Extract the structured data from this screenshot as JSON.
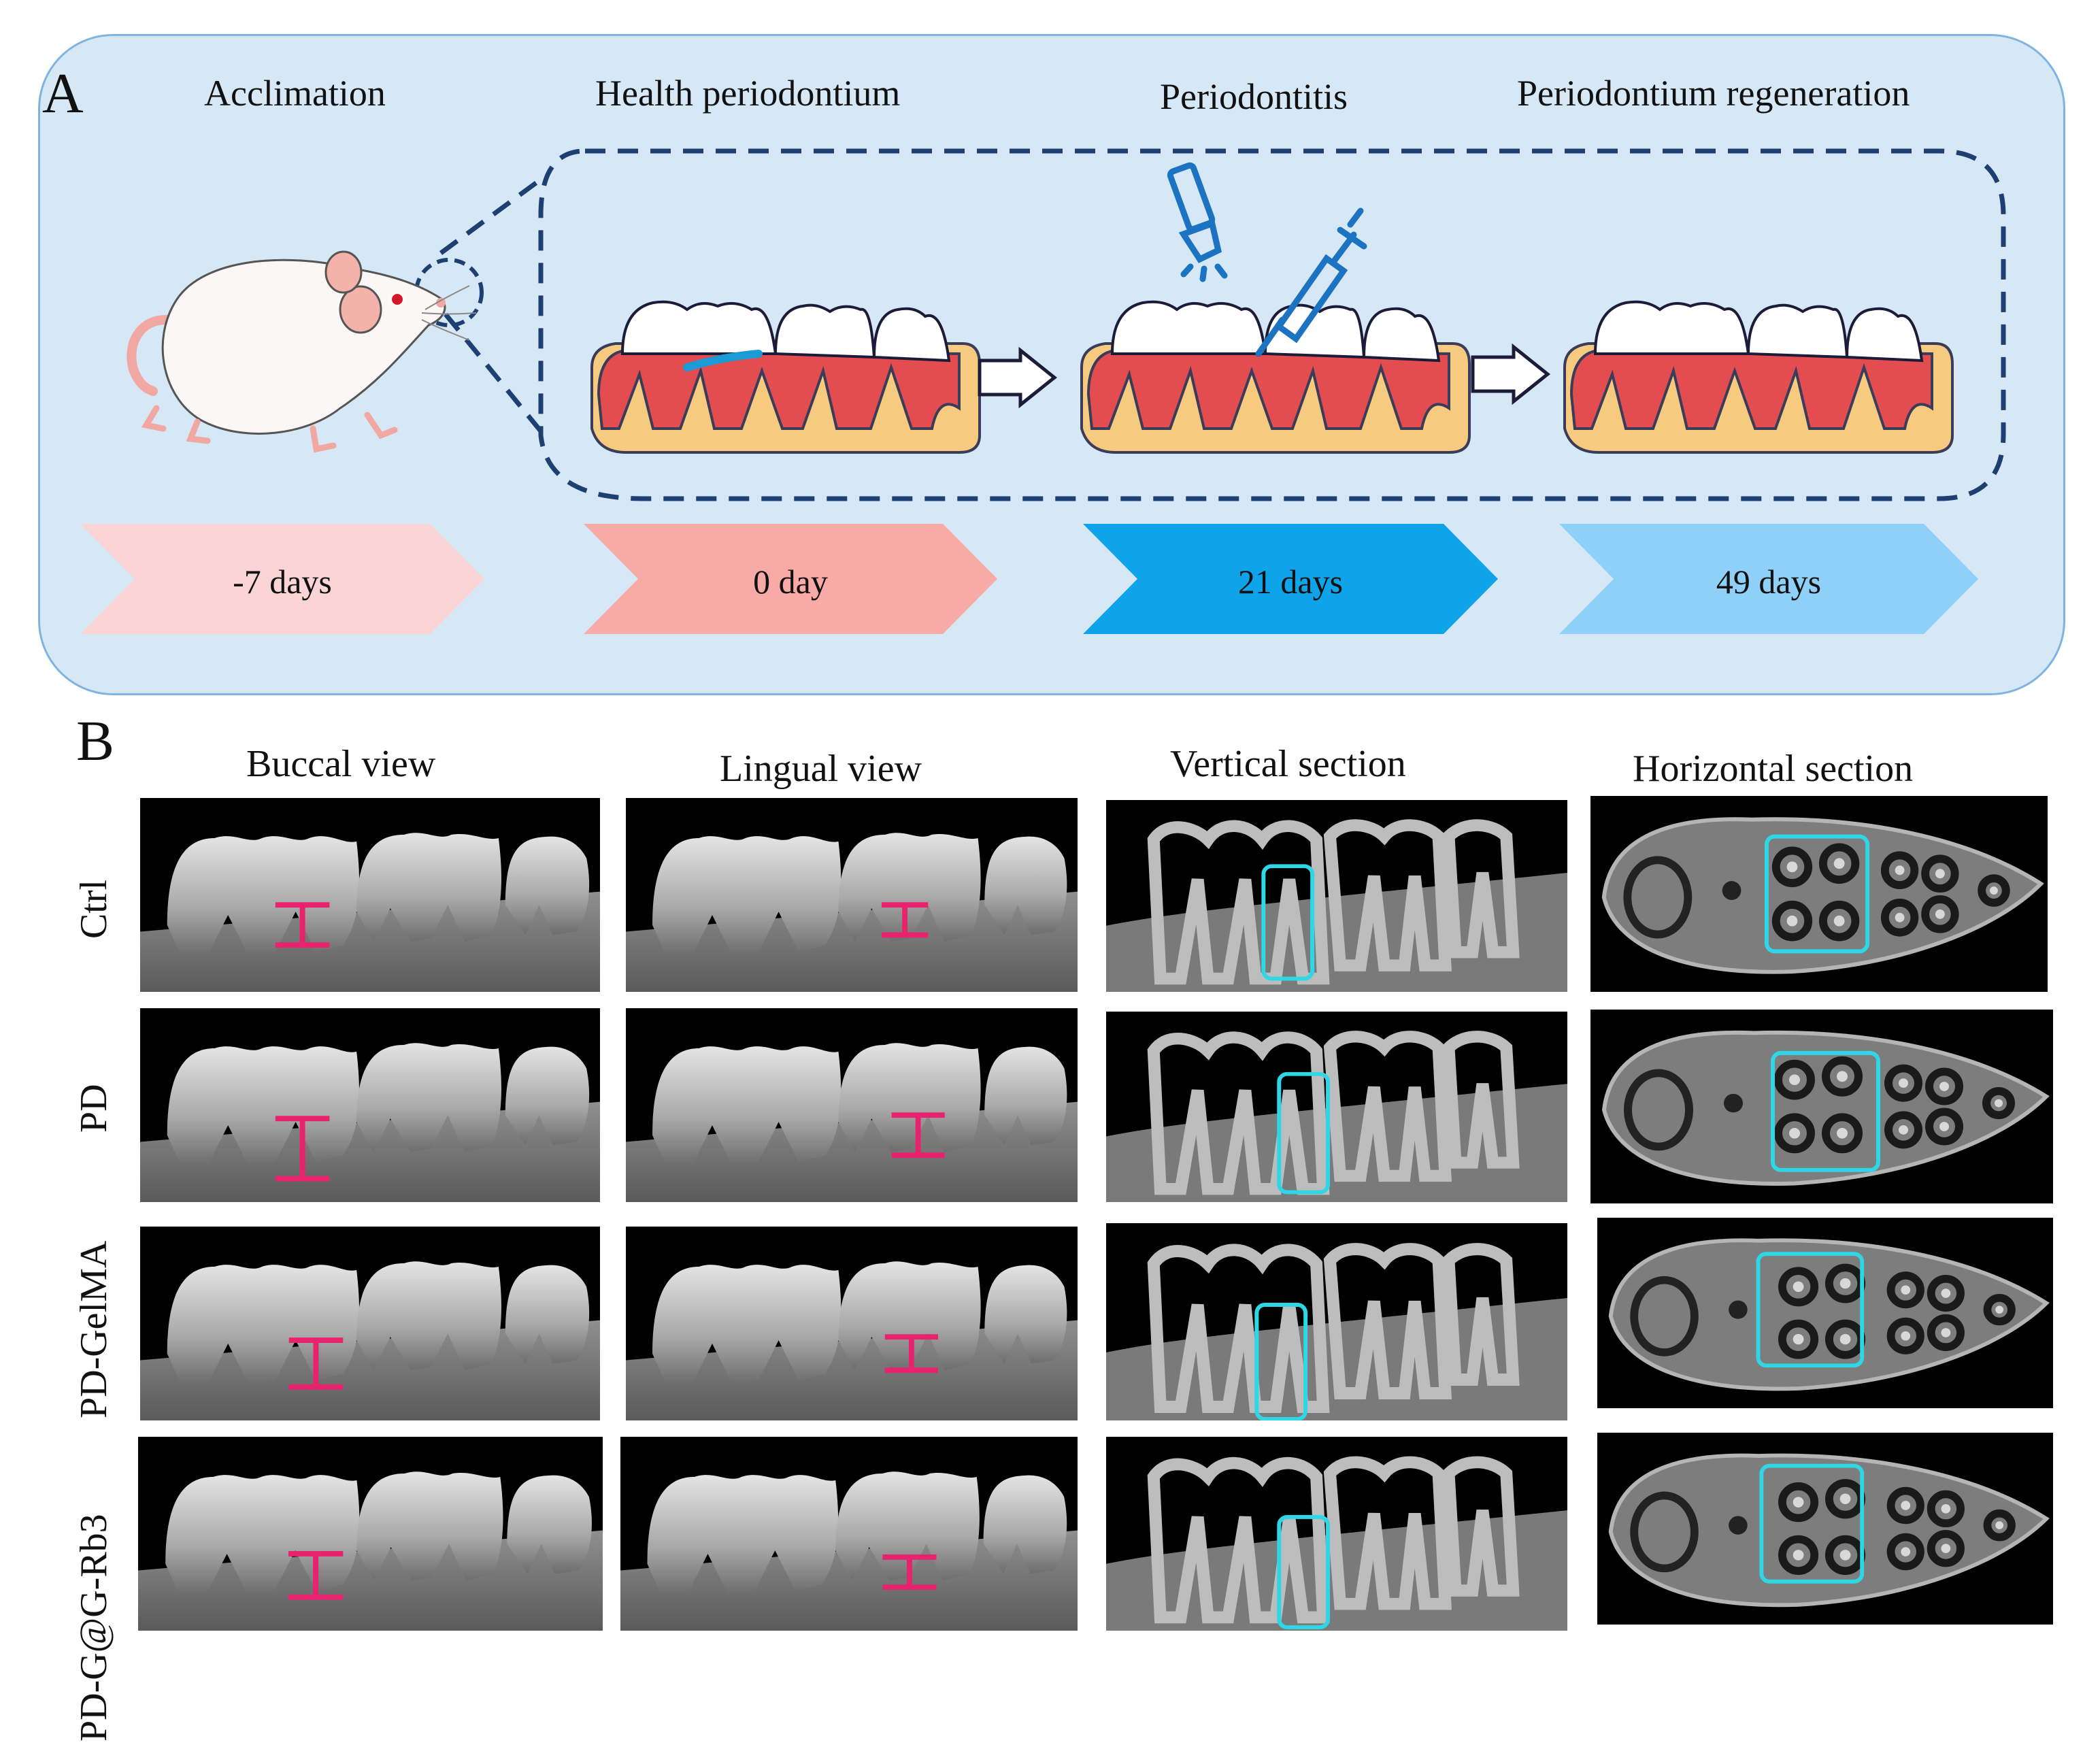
{
  "panel_a": {
    "letter": "A",
    "stages": [
      {
        "label": "Acclimation"
      },
      {
        "label": "Health periodontium"
      },
      {
        "label": "Periodontitis"
      },
      {
        "label": "Periodontium regeneration"
      }
    ],
    "timeline": [
      {
        "label": "-7 days",
        "color": "#fbd4d6"
      },
      {
        "label": "0 day",
        "color": "#f8aaa7"
      },
      {
        "label": "21 days",
        "color": "#0fa3ea"
      },
      {
        "label": "49 days",
        "color": "#8fd0f8"
      }
    ],
    "colors": {
      "panel_bg": "#d6e8f6",
      "dashed_frame": "#1d3f72",
      "tooth_pulp": "#e34d4f",
      "gum_bone": "#f6cb7f",
      "instrument": "#1b73c2"
    },
    "icons": [
      "rat-illustration",
      "magnifier-dashed-circle",
      "flashlight-icon",
      "syringe-icon",
      "arrow-right-icon",
      "tooth-row-illustration"
    ]
  },
  "panel_b": {
    "letter": "B",
    "columns": [
      "Buccal view",
      "Lingual view",
      "Vertical section",
      "Horizontal section"
    ],
    "rows": [
      "Ctrl",
      "PD",
      "PD-GelMA",
      "PD-G@G-Rb3"
    ],
    "colors": {
      "measurement_marker": "#e8226e",
      "roi_box": "#2fd6e6"
    }
  }
}
